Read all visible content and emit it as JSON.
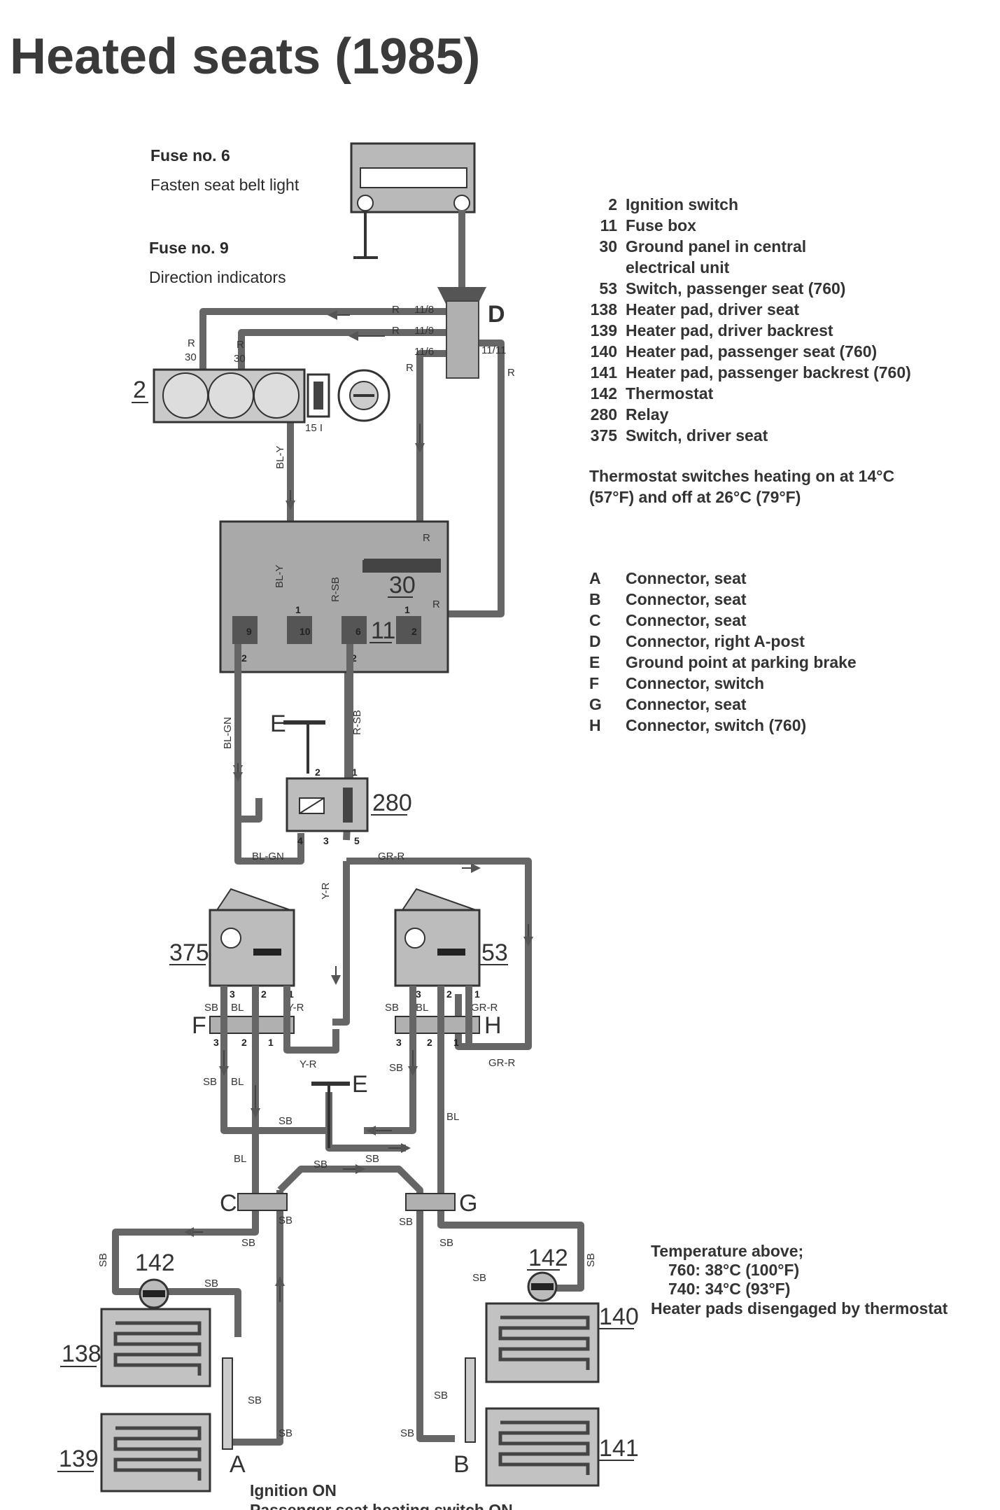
{
  "title": "Heated seats (1985)",
  "fuse_notes": {
    "fuse6_title": "Fuse no. 6",
    "fuse6_desc": "Fasten seat belt light",
    "fuse9_title": "Fuse no. 9",
    "fuse9_desc": "Direction indicators"
  },
  "components": [
    {
      "num": "2",
      "name": "Ignition switch"
    },
    {
      "num": "11",
      "name": "Fuse box"
    },
    {
      "num": "30",
      "name": "Ground panel in central"
    },
    {
      "num": "",
      "name": "electrical unit"
    },
    {
      "num": "53",
      "name": "Switch, passenger seat (760)"
    },
    {
      "num": "138",
      "name": "Heater pad, driver seat"
    },
    {
      "num": "139",
      "name": "Heater pad, driver backrest"
    },
    {
      "num": "140",
      "name": "Heater pad, passenger seat (760)"
    },
    {
      "num": "141",
      "name": "Heater pad, passenger backrest (760)"
    },
    {
      "num": "142",
      "name": "Thermostat"
    },
    {
      "num": "280",
      "name": "Relay"
    },
    {
      "num": "375",
      "name": "Switch, driver seat"
    }
  ],
  "thermostat_note": [
    "Thermostat switches heating on at 14°C",
    "(57°F) and off at 26°C (79°F)"
  ],
  "connectors": [
    {
      "letter": "A",
      "name": "Connector, seat"
    },
    {
      "letter": "B",
      "name": "Connector, seat"
    },
    {
      "letter": "C",
      "name": "Connector, seat"
    },
    {
      "letter": "D",
      "name": "Connector, right A-post"
    },
    {
      "letter": "E",
      "name": "Ground point at parking brake"
    },
    {
      "letter": "F",
      "name": "Connector, switch"
    },
    {
      "letter": "G",
      "name": "Connector, seat"
    },
    {
      "letter": "H",
      "name": "Connector, switch (760)"
    }
  ],
  "temperature_note": [
    "Temperature above;",
    "760: 38°C (100°F)",
    "740: 34°C (93°F)",
    "Heater pads disengaged by thermostat"
  ],
  "footer": [
    "Ignition ON",
    "Passenger seat heating switch ON"
  ],
  "diagram_labels": {
    "D": "D",
    "E": "E",
    "F": "F",
    "H": "H",
    "C": "C",
    "G": "G",
    "A": "A",
    "B": "B",
    "c2": "2",
    "c30": "30",
    "c11": "11",
    "c280": "280",
    "c375": "375",
    "c53": "53",
    "c142": "142",
    "c138": "138",
    "c139": "139",
    "c140": "140",
    "c141": "141",
    "fuse15": "15 I",
    "R": "R",
    "w118": "11/8",
    "w119": "11/9",
    "w116": "11/6",
    "w1111": "11/11",
    "BLY": "BL-Y",
    "RSB": "R-SB",
    "BLGN": "BL-GN",
    "GRR": "GR-R",
    "YR": "Y-R",
    "SB": "SB",
    "BL": "BL",
    "p1": "1",
    "p2": "2",
    "p3": "3",
    "p4": "4",
    "p5": "5",
    "p6": "6",
    "p9": "9",
    "p10": "10"
  }
}
